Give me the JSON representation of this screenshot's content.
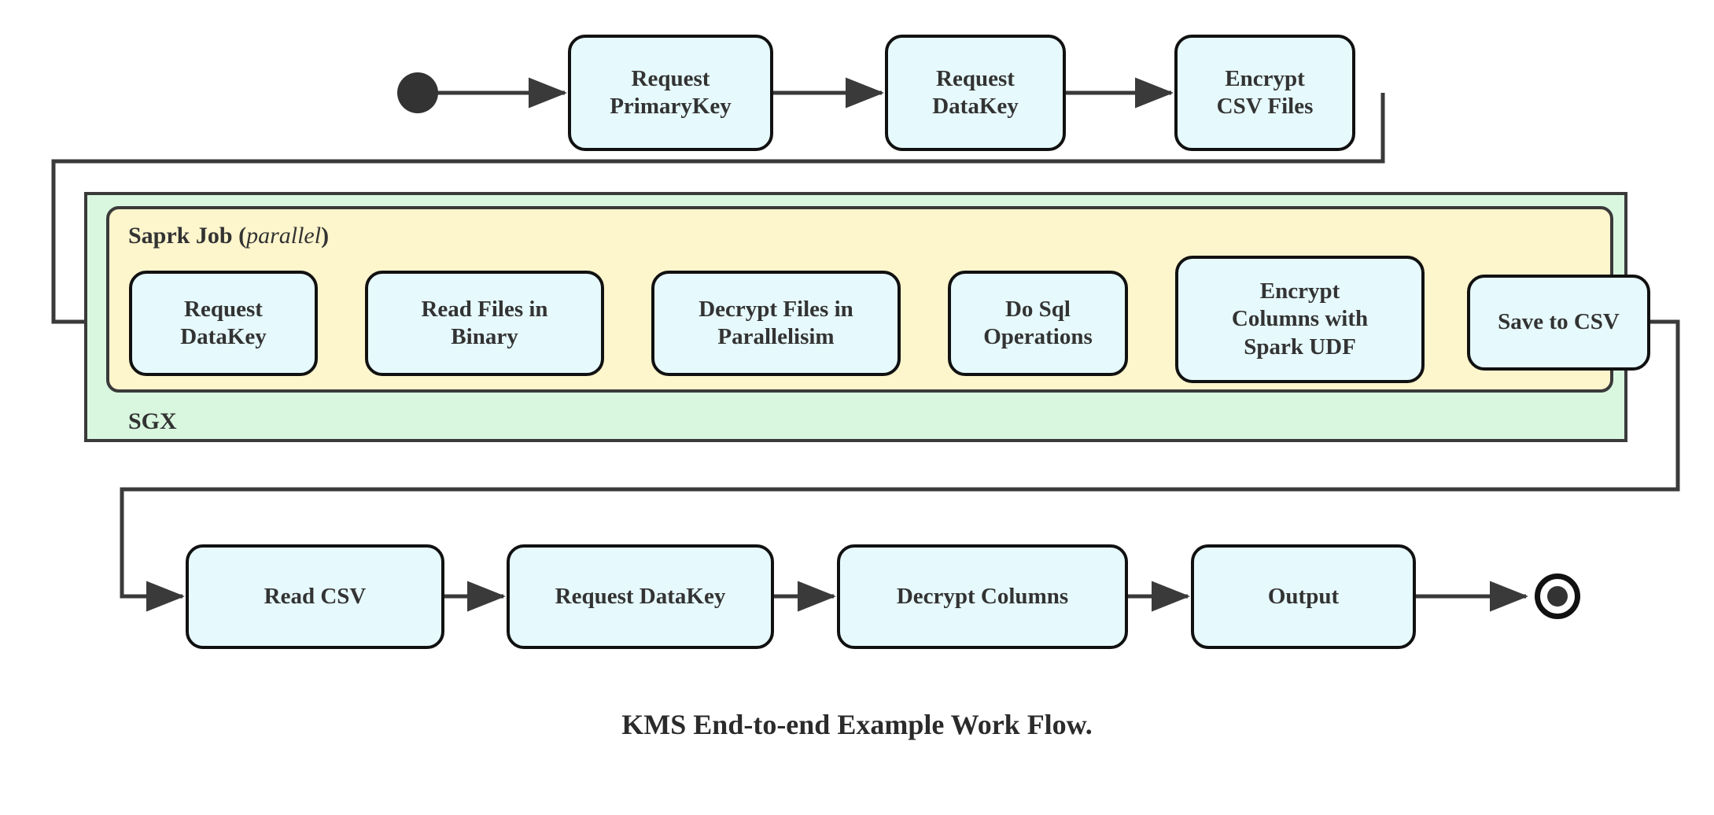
{
  "diagram": {
    "caption": "KMS End-to-end Example Work Flow.",
    "colors": {
      "node_fill": "#e6f9fc",
      "node_stroke": "#111111",
      "sgx_fill": "#d9f7df",
      "spark_fill": "#fdf5cc",
      "container_stroke": "#3a3a3a",
      "text": "#333333",
      "line": "#3a3a3a"
    },
    "start_node": {
      "label": "start",
      "shape": "filled-circle"
    },
    "end_node": {
      "label": "end",
      "shape": "circle-ring-filled"
    },
    "containers": [
      {
        "id": "sgx",
        "label": "SGX",
        "label_position": "bottom-left",
        "fill": "#d9f7df"
      },
      {
        "id": "spark",
        "label_main": "Saprk Job",
        "label_paren_open": "(",
        "label_italic": "parallel",
        "label_paren_close": ")",
        "label_position": "top-left",
        "fill": "#fdf5cc"
      }
    ],
    "rows": {
      "top": [
        {
          "id": "request-primarykey",
          "lines": [
            "Request",
            "PrimaryKey"
          ]
        },
        {
          "id": "request-datakey-top",
          "lines": [
            "Request",
            "DataKey"
          ]
        },
        {
          "id": "encrypt-csv-files",
          "lines": [
            "Encrypt",
            "CSV Files"
          ]
        }
      ],
      "spark": [
        {
          "id": "request-datakey-spark",
          "lines": [
            "Request",
            "DataKey"
          ]
        },
        {
          "id": "read-files-in-binary",
          "lines": [
            "Read Files in",
            "Binary"
          ]
        },
        {
          "id": "decrypt-files-in-parallelisim",
          "lines": [
            "Decrypt Files in",
            "Parallelisim"
          ]
        },
        {
          "id": "do-sql-operations",
          "lines": [
            "Do Sql",
            "Operations"
          ]
        },
        {
          "id": "encrypt-columns-with-spark-udf",
          "lines": [
            "Encrypt",
            "Columns with",
            "Spark UDF"
          ]
        },
        {
          "id": "save-to-csv",
          "lines": [
            "Save to CSV"
          ]
        }
      ],
      "bottom": [
        {
          "id": "read-csv",
          "lines": [
            "Read CSV"
          ]
        },
        {
          "id": "request-datakey-bottom",
          "lines": [
            "Request DataKey"
          ]
        },
        {
          "id": "decrypt-columns",
          "lines": [
            "Decrypt Columns"
          ]
        },
        {
          "id": "output",
          "lines": [
            "Output"
          ]
        }
      ]
    }
  }
}
